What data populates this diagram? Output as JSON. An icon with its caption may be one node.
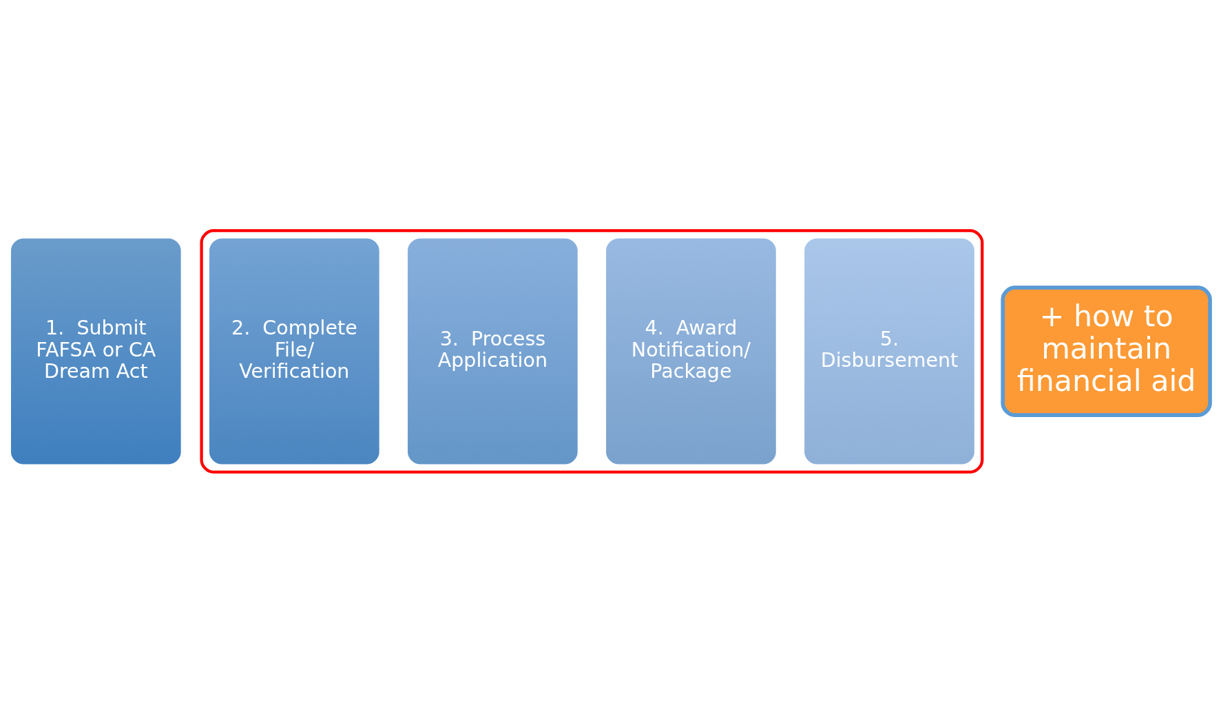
{
  "diagram": {
    "nodes": [
      {
        "text": [
          "1.  Submit FAFSA or CA Dream Act"
        ]
      },
      {
        "text": [],
        "shape": "loop"
      },
      {
        "text": [
          "2.  Complete File/ Verification"
        ],
        "in": 1
      },
      {
        "text": [
          "3.  Process Application"
        ],
        "in": 1
      },
      {
        "text": [
          "4.  Award Notification/ Package"
        ],
        "in": 1
      },
      {
        "text": [
          "5. Disbursement"
        ],
        "in": 1
      },
      {
        "text": [
          "+ how to maintain financial aid"
        ]
      }
    ],
    "edges": []
  }
}
